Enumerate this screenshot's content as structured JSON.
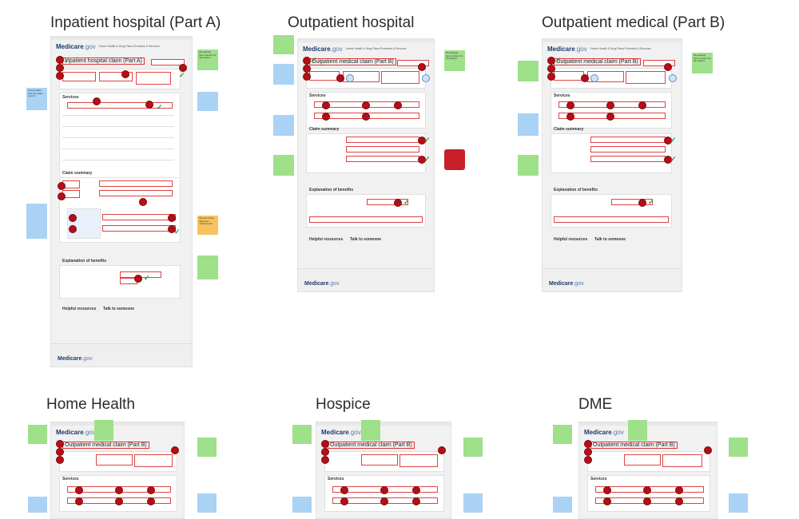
{
  "sections": [
    {
      "title": "Inpatient hospital (Part A)",
      "claim_title": "Inpatient hospital claim (Part A)"
    },
    {
      "title": "Outpatient hospital",
      "claim_title": "Outpatient medical claim (Part B)"
    },
    {
      "title": "Outpatient medical (Part B)",
      "claim_title": "Outpatient medical claim (Part B)"
    },
    {
      "title": "Home Health",
      "claim_title": "Outpatient medical claim (Part B)"
    },
    {
      "title": "Hospice",
      "claim_title": "Outpatient medical claim (Part B)"
    },
    {
      "title": "DME",
      "claim_title": "Outpatient medical claim (Part B)"
    }
  ],
  "mockup": {
    "logo_main": "Medicare",
    "logo_suffix": ".gov",
    "nav": "Home    Health & Drug Plans    Providers & Services",
    "services": "Services",
    "claim_summary": "Claim summary",
    "eob": "Explanation of benefits",
    "helpful": "Helpful resources",
    "talk": "Talk to someone"
  },
  "notes": {
    "green_a": "We already have content for this feature",
    "blue_a": "Source data from the claim record",
    "orange_a": "We don't have data that matches this",
    "green_b": "We already have content for the feature",
    "green_c": "We already have content for the feature"
  },
  "colors": {
    "pin": "#b50e16",
    "check": "#2e9e3a",
    "note_green": "#9fe08a",
    "note_blue": "#a9d2f5",
    "note_orange": "#f7c35e"
  }
}
